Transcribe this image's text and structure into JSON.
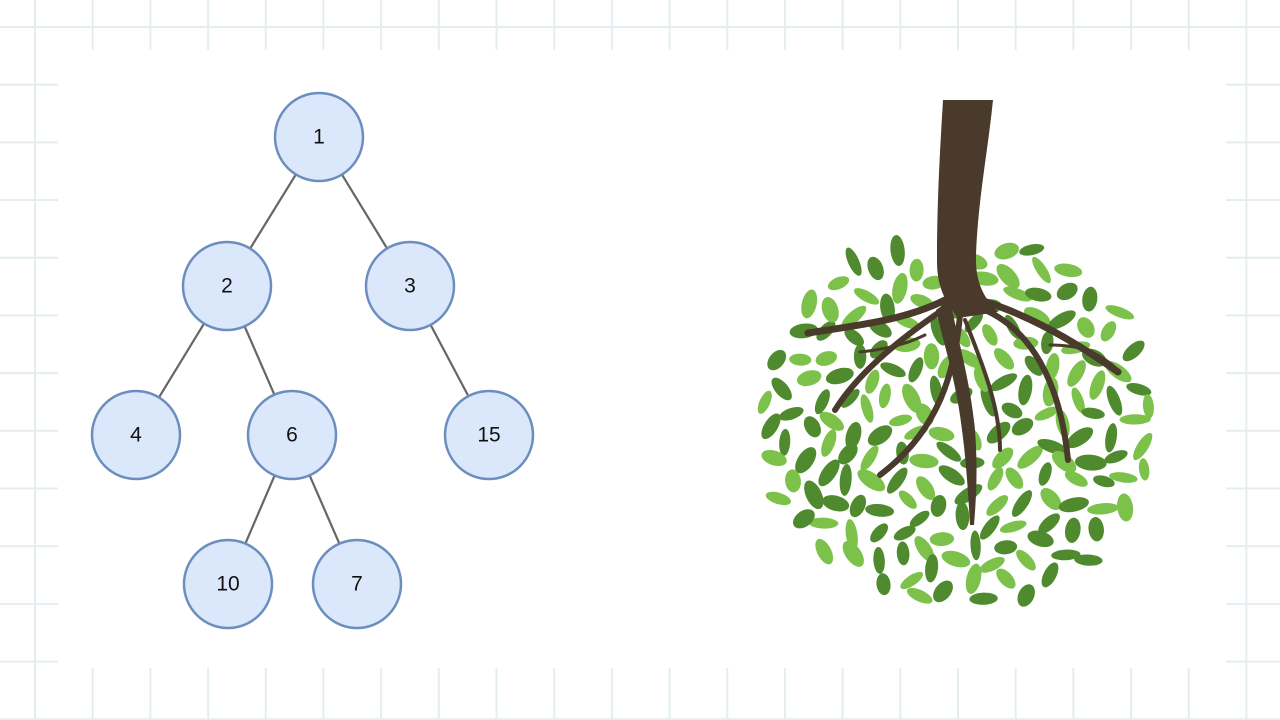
{
  "tree": {
    "nodes": [
      {
        "id": "n1",
        "label": "1"
      },
      {
        "id": "n2",
        "label": "2"
      },
      {
        "id": "n3",
        "label": "3"
      },
      {
        "id": "n4",
        "label": "4"
      },
      {
        "id": "n6",
        "label": "6"
      },
      {
        "id": "n15",
        "label": "15"
      },
      {
        "id": "n10",
        "label": "10"
      },
      {
        "id": "n7",
        "label": "7"
      }
    ],
    "edges": [
      [
        "n1",
        "n2"
      ],
      [
        "n1",
        "n3"
      ],
      [
        "n2",
        "n4"
      ],
      [
        "n2",
        "n6"
      ],
      [
        "n3",
        "n15"
      ],
      [
        "n6",
        "n10"
      ],
      [
        "n6",
        "n7"
      ]
    ]
  },
  "colors": {
    "node_fill": "#dbe8fb",
    "node_stroke": "#6c8ebf",
    "edge": "#666666",
    "trunk": "#4a3a2c",
    "leaf_dark": "#4f8a2e",
    "leaf_light": "#7cc24a",
    "grid": "#e4eef1"
  },
  "illustration": {
    "icon": "tree-roots-icon"
  }
}
